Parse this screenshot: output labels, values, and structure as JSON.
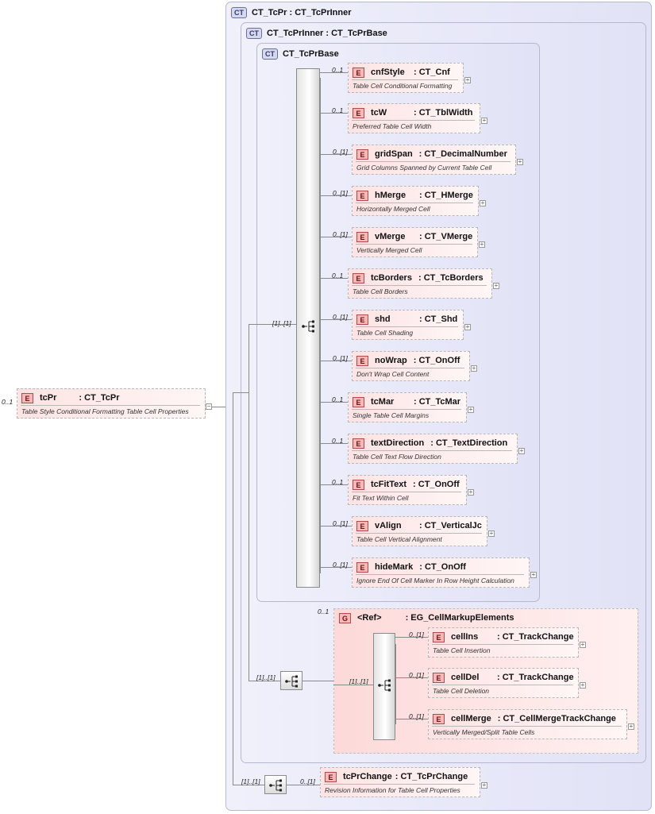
{
  "root": {
    "occurs": "0..1",
    "name": "tcPr",
    "type": ": CT_TcPr",
    "desc": "Table Style Conditional Formatting Table Cell Properties",
    "collapse": "−"
  },
  "ct_tcpr": {
    "badge": "CT",
    "title": "CT_TcPr : CT_TcPrInner"
  },
  "ct_tcprinner": {
    "badge": "CT",
    "title": "CT_TcPrInner : CT_TcPrBase"
  },
  "ct_tcprbase": {
    "badge": "CT",
    "title": "CT_TcPrBase"
  },
  "seq_base_occurs": "[1]..[1]",
  "elements": [
    {
      "occurs": "0..1",
      "name": "cnfStyle",
      "type": ": CT_Cnf",
      "desc": "Table Cell Conditional Formatting"
    },
    {
      "occurs": "0..1",
      "name": "tcW",
      "type": ": CT_TblWidth",
      "desc": "Preferred Table Cell Width"
    },
    {
      "occurs": "0..[1]",
      "name": "gridSpan",
      "type": ": CT_DecimalNumber",
      "desc": "Grid Columns Spanned by Current Table Cell"
    },
    {
      "occurs": "0..[1]",
      "name": "hMerge",
      "type": ": CT_HMerge",
      "desc": "Horizontally Merged Cell"
    },
    {
      "occurs": "0..[1]",
      "name": "vMerge",
      "type": ": CT_VMerge",
      "desc": "Vertically Merged Cell"
    },
    {
      "occurs": "0..1",
      "name": "tcBorders",
      "type": ": CT_TcBorders",
      "desc": "Table Cell Borders"
    },
    {
      "occurs": "0..[1]",
      "name": "shd",
      "type": ": CT_Shd",
      "desc": "Table Cell Shading"
    },
    {
      "occurs": "0..[1]",
      "name": "noWrap",
      "type": ": CT_OnOff",
      "desc": "Don't Wrap Cell Content"
    },
    {
      "occurs": "0..1",
      "name": "tcMar",
      "type": ": CT_TcMar",
      "desc": "Single Table Cell Margins"
    },
    {
      "occurs": "0..1",
      "name": "textDirection",
      "type": ": CT_TextDirection",
      "desc": "Table Cell Text Flow Direction"
    },
    {
      "occurs": "0..1",
      "name": "tcFitText",
      "type": ": CT_OnOff",
      "desc": "Fit Text Within Cell"
    },
    {
      "occurs": "0..[1]",
      "name": "vAlign",
      "type": ": CT_VerticalJc",
      "desc": "Table Cell Vertical Alignment"
    },
    {
      "occurs": "0..[1]",
      "name": "hideMark",
      "type": ": CT_OnOff",
      "desc": "Ignore End Of Cell Marker In Row Height Calculation"
    }
  ],
  "group": {
    "occurs": "0..1",
    "badge": "G",
    "name": "<Ref>",
    "type": ": EG_CellMarkupElements",
    "seq_outer_occurs": "[1]..[1]",
    "seq_inner_occurs": "[1]..[1]",
    "elements": [
      {
        "occurs": "0..[1]",
        "name": "cellIns",
        "type": ": CT_TrackChange",
        "desc": "Table Cell Insertion"
      },
      {
        "occurs": "0..[1]",
        "name": "cellDel",
        "type": ": CT_TrackChange",
        "desc": "Table Cell Deletion"
      },
      {
        "occurs": "0..[1]",
        "name": "cellMerge",
        "type": ": CT_CellMergeTrackChange",
        "desc": "Vertically Merged/Split Table Cells"
      }
    ]
  },
  "tcprchange": {
    "seq_occurs": "[1]..[1]",
    "occurs": "0..[1]",
    "name": "tcPrChange",
    "type": ": CT_TcPrChange",
    "desc": "Revision Information for Table Cell Properties"
  },
  "badges": {
    "element": "E",
    "expand": "+"
  },
  "colors": {
    "ct_fill": "#e1e2f6",
    "element_fill": "#fde3e3",
    "line": "#8a8a8a"
  }
}
